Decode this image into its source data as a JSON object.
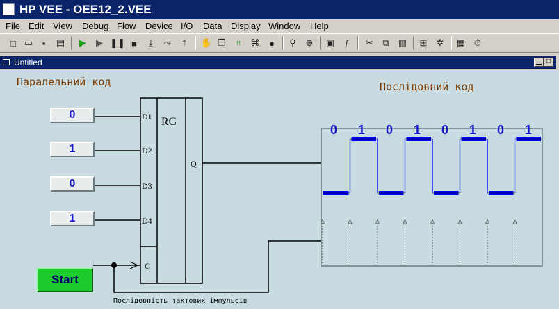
{
  "window": {
    "title": "HP VEE - OEE12_2.VEE"
  },
  "menu": [
    "File",
    "Edit",
    "View",
    "Debug",
    "Flow",
    "Device",
    "I/O",
    "Data",
    "Display",
    "Window",
    "Help"
  ],
  "child": {
    "title": "Untitled"
  },
  "labels": {
    "parallel": "Паралельний код",
    "serial": "Послідовний код",
    "caption": "Послідовність тактових імпульсів"
  },
  "inputs": [
    {
      "value": "0"
    },
    {
      "value": "1"
    },
    {
      "value": "0"
    },
    {
      "value": "1"
    }
  ],
  "start_button": "Start",
  "register": {
    "title": "RG",
    "inputs": [
      "D1",
      "D2",
      "D3",
      "D4"
    ],
    "clock": "C",
    "output": "Q"
  },
  "serial_bits": [
    "0",
    "1",
    "0",
    "1",
    "0",
    "1",
    "0",
    "1"
  ],
  "colors": {
    "signal": "#0000ff",
    "start": "#1ccc2c",
    "title_bar": "#0a246a",
    "canvas": "#c8dbe0"
  }
}
